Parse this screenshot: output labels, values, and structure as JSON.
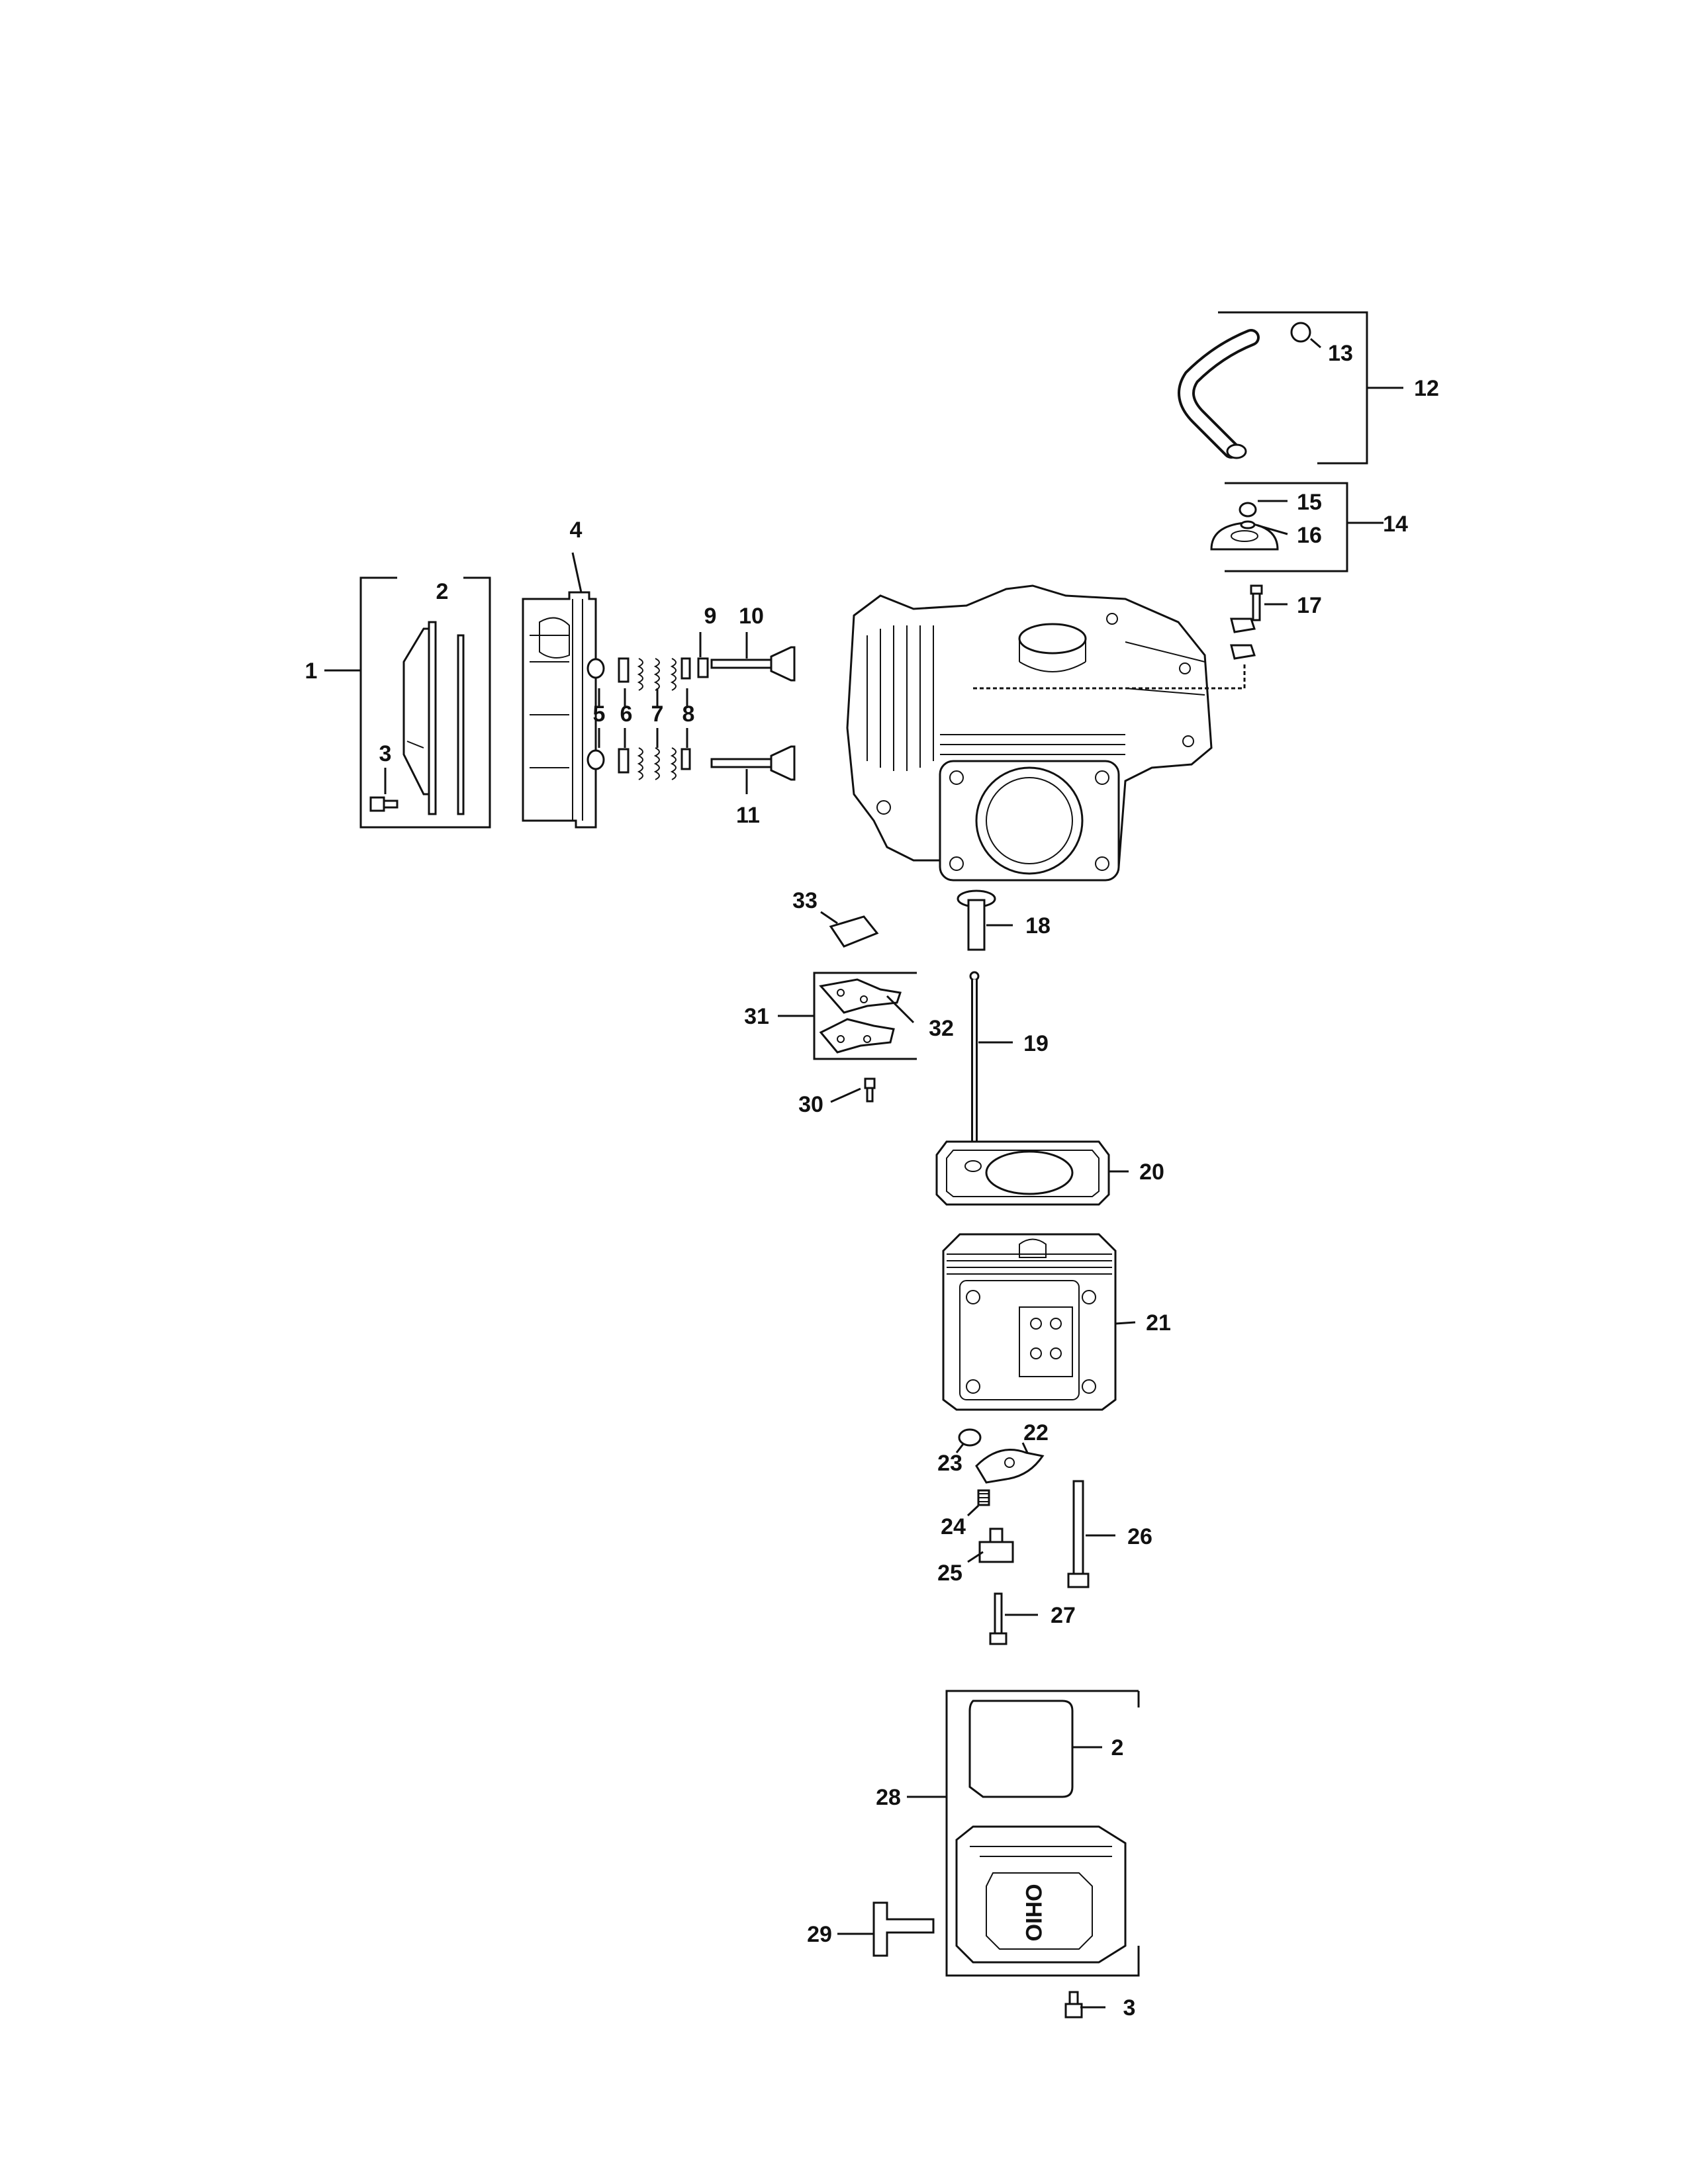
{
  "diagram": {
    "labels": [
      "1",
      "2",
      "3",
      "4",
      "5",
      "6",
      "7",
      "8",
      "9",
      "10",
      "11",
      "12",
      "13",
      "14",
      "15",
      "16",
      "17",
      "18",
      "19",
      "20",
      "21",
      "22",
      "23",
      "24",
      "25",
      "26",
      "27",
      "28",
      "2",
      "29",
      "3",
      "30",
      "31",
      "32",
      "33",
      "5",
      "6",
      "7",
      "8"
    ],
    "cover_embossing": "OHIO"
  }
}
